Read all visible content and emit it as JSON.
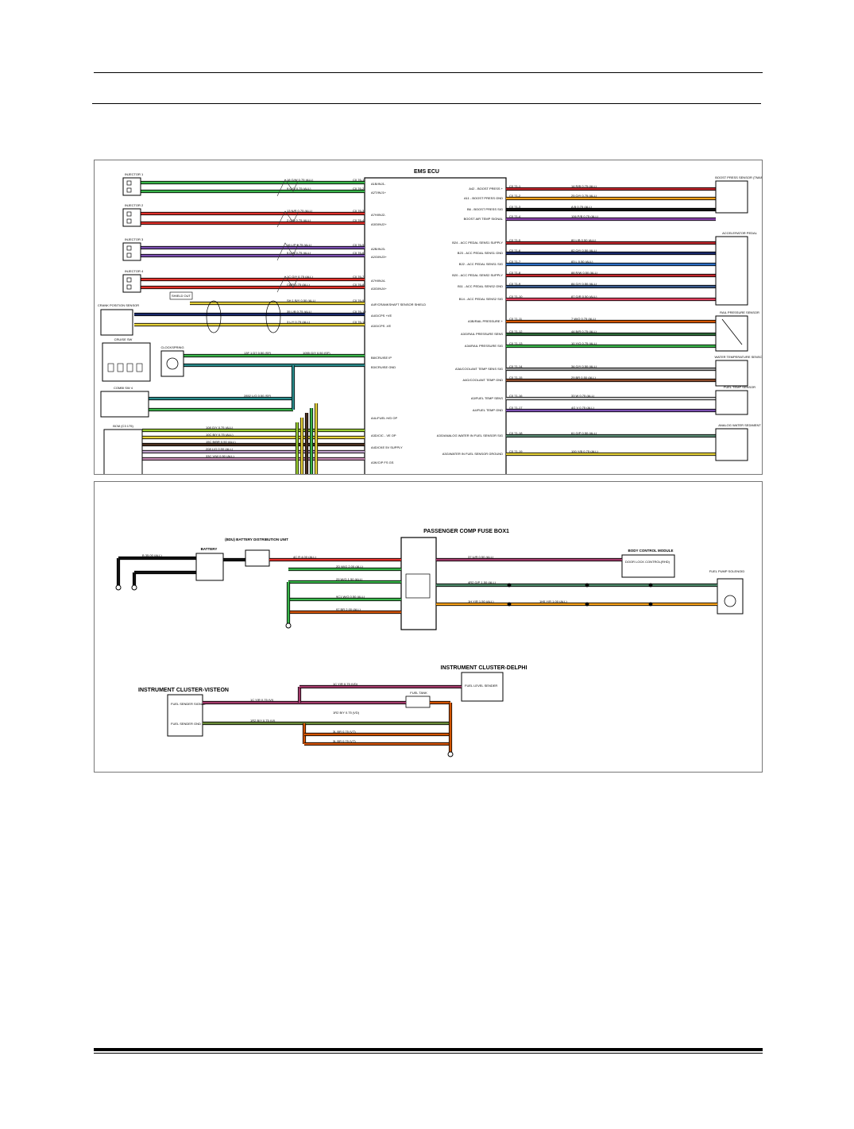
{
  "top": {
    "ecu_title": "EMS ECU",
    "injectors": [
      "INJECTOR 1",
      "INJECTOR 2",
      "INJECTOR 3",
      "INJECTOR 4"
    ],
    "left_components": [
      "CRANK POSITION SENSOR",
      "CRUISE SW",
      "CLOCKSPRING",
      "COMBI SW 4",
      "BCM (C3 175)"
    ],
    "shield": "SHIELD OUT",
    "left_wires": [
      {
        "label": "18 G/W 0.75 (ALL)",
        "color": "#39b54a"
      },
      {
        "label": "9 G/O 0.75 (ALL)",
        "color": "#39b54a"
      },
      {
        "label": "13 N/R 0.75 (ALL)",
        "color": "#e0312b"
      },
      {
        "label": "2 G/R 0.75 (ALL)",
        "color": "#e0312b"
      },
      {
        "label": "16 L/P 0.75 (ALL)",
        "color": "#7b4fb0"
      },
      {
        "label": "5 L/W 0.75 (ALL)",
        "color": "#7b4fb0"
      },
      {
        "label": "1C O/Y 0.75 (ALL)",
        "color": "#e0312b"
      },
      {
        "label": "C8/R 0.75 (ALL)",
        "color": "#e0312b"
      },
      {
        "label": "SH 1 B/Y 0.50 (ALL)",
        "color": "#e6d23a"
      },
      {
        "label": "35 L/B 0.75 (ALL)",
        "color": "#1b2a6b"
      },
      {
        "label": "3 L/Y 0.75 (ALL)",
        "color": "#e6d23a"
      }
    ],
    "ecu_pins_left": [
      "A1B/INJ1-",
      "A2T/INJ1+",
      "A7H/INJ2-",
      "A3G/INJ2+",
      "A2B/INJ3-",
      "A2G/INJ3+",
      "A7H/INJ4-",
      "A3G/INJ4+",
      "A4F/CRANKSHAFT SENSOR SHIELD",
      "A4G/CPS +VE",
      "A3G/CPS -VE",
      "B8/CRUISE IP",
      "B3/CRUISE GND",
      "A4L/FUEL H/D OP",
      "A3D/CIC - VE OP",
      "A4D/CKE 5V SUPPLY",
      "A3K/CIP FS GS"
    ],
    "ecu_pins_right": [
      "A42 - BOOST PRESS +",
      "A11 - BOOST PRESS GND",
      "B6 - BOOST PRESS SIG",
      "BOOST AIR TEMP SIGNAL",
      "B24 - ACC PEDAL SENS1 SUPPLY",
      "B23 - ACC PEDAL SENS1 GND",
      "B22 - ACC PEDAL SENS1 SIG",
      "B20 - ACC PEDAL SENS2 SUPPLY",
      "B11 - ACC PEDAL SENS2 GND",
      "B14 - ACC PEDAL SENS2 SIG",
      "A3B/RAIL PRESSURE +",
      "A3G/RAIL PRESSURE SENS",
      "A34/RAIL PRESSURE SIG",
      "A3A/COOLANT TEMP SENS SIG",
      "A4G/COOLANT TEMP GND",
      "A3/FUEL TEMP SENS",
      "A4/FUEL TEMP GND",
      "A3G/ANALOG WATER IN FUEL SENSOR SIG",
      "A3G/WATER IN FUEL SENSOR GROUND"
    ],
    "right_wires": [
      {
        "label": "14 R/B 0.75 (ALL)",
        "color": "#c1272d"
      },
      {
        "label": "25 O/Y 0.75 (ALL)",
        "color": "#f6a01a"
      },
      {
        "label": "A B 0.75 (ALL)",
        "color": "#111111"
      },
      {
        "label": "106 P/B 0.75 (ALL)",
        "color": "#8e44ad"
      },
      {
        "label": "80 L/B 0.50 (ALL)",
        "color": "#c1272d"
      },
      {
        "label": "82 O/Y 0.50 (ALL)",
        "color": "#1b2a6b"
      },
      {
        "label": "83 L 0.50 (ALL)",
        "color": "#2d6fc4"
      },
      {
        "label": "88 R/W 0.50 (ALL)",
        "color": "#c1272d"
      },
      {
        "label": "84 G/Y 0.50 (ALL)",
        "color": "#3a5a8c"
      },
      {
        "label": "87 G/R 0.50 (ALL)",
        "color": "#e0415e"
      },
      {
        "label": "7 W/O 0.75 (ALL)",
        "color": "#d35400"
      },
      {
        "label": "44 B/R 0.75 (ALL)",
        "color": "#2f6b3a"
      },
      {
        "label": "10 Y/G 0.75 (ALL)",
        "color": "#39b54a"
      },
      {
        "label": "34 G/Y 0.50 (ALL)",
        "color": "#a0a0a0"
      },
      {
        "label": "29 BR 0.50 (ALL)",
        "color": "#8b4a2b"
      },
      {
        "label": "33 W 0.75 (ALL)",
        "color": "#d0d0d0"
      },
      {
        "label": "4G V 0.75 (ALL)",
        "color": "#7b4fb0"
      },
      {
        "label": "61 G/P 0.50 (ALL)",
        "color": "#5b8a73"
      },
      {
        "label": "100 Y/B 0.75 (ALL)",
        "color": "#e6d23a"
      }
    ],
    "right_components": [
      "BOOST PRESS SENSOR (TMAP)",
      "ACCELERATOR PEDAL",
      "RAIL PRESSURE SENSOR",
      "WATER TEMPERATURE SENSOR",
      "FUEL TEMP SENSOR",
      "ANALOG WATER SEDIMENT"
    ],
    "bcm_wires": [
      "108 G/Y 0.75 (ALL)",
      "10C B/Y 0.75 (ALL)",
      "15C B/BR 0.50 (ALL)",
      "208 L/G 0.50 (ALL)",
      "33C V/W 0.50 (ALL)"
    ]
  },
  "bottom": {
    "fusebox_title": "PASSENGER COMP FUSE BOX1",
    "battery": "BATTERY",
    "bdu": "(BDU) BATTERY DISTRIBUTION UNIT",
    "bcm": "BODY CONTROL MODULE",
    "bcm_sub": "DOOR LOCK CONTROL(RHD)",
    "fuel_pump": "FUEL PUMP SOLENOID",
    "cluster_visteon": "INSTRUMENT CLUSTER-VISTEON",
    "cluster_delphi": "INSTRUMENT CLUSTER-DELPHI",
    "fuel_sender": "FUEL LEVEL SENDER",
    "fuel_tank": "FUEL TANK",
    "sensor_signal": "FUEL SENDER SIGNAL",
    "sensor_gnd": "FUEL SENDER GND",
    "wires": {
      "battery_main": "B 35.00 (ALL)",
      "feed": "4C R 4.00 (ALL)",
      "relay1": "2D W/G 2.00 (ALL)",
      "relay2": "29 W/G 1.50 (ALL)",
      "relay3": "9C1 W/G 0.50 (ALL)",
      "relay4": "97 BR 2.00 (ALL)",
      "bcm_line": "37 U/R 0.50 (ALL)",
      "pump_line": "4R2 G/P 1.50 (ALL)",
      "pump_line2": "1H Y/R 1.50 (ALL)",
      "pump_line3": "1H5 Y/R 1.00 (ALL)",
      "fuel_sig": "1C Y/R 0.75 (VI)",
      "fuel_gnd": "1R2 B/Y 0.75 (VI)",
      "fuel_d1": "1C Y/R 0.75 (VD)",
      "fuel_d2": "1R2 B/Y 0.75 (VD)",
      "fuel_d3": "3L BR 0.75 (VT)",
      "fuel_d4": "3L BR 0.75 (VT)"
    }
  }
}
